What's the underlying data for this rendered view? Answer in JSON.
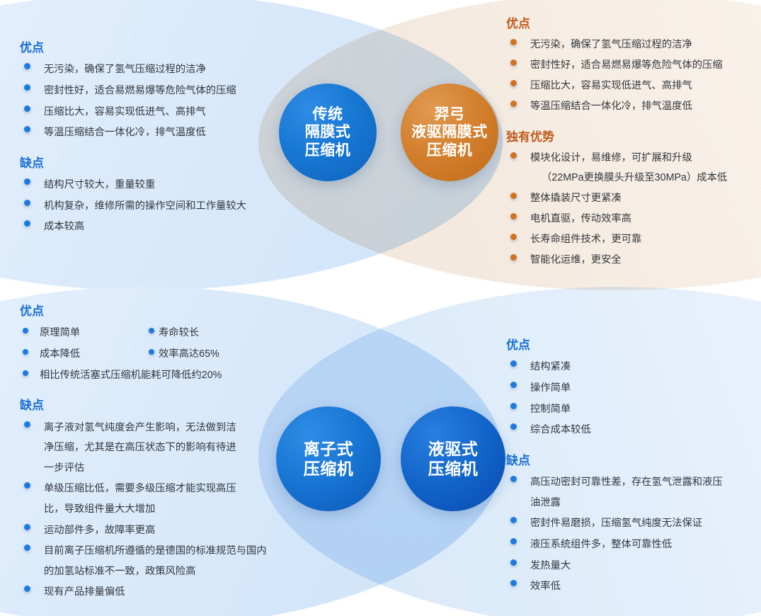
{
  "colors": {
    "blue_heading": "#1a6fd4",
    "orange_heading": "#c25a1c",
    "blue_bullet": "#1f7ae0",
    "orange_bullet": "#d2711f",
    "blue_circle": "#1677d2",
    "orange_circle": "#d4812f",
    "body_text": "#33373d"
  },
  "circles": {
    "traditional_diaphragm": {
      "line1": "传统",
      "line2": "隔膜式",
      "line3": "压缩机"
    },
    "yigong_liquid_diaphragm": {
      "line1": "羿弓",
      "line2": "液驱隔膜式",
      "line3": "压缩机"
    },
    "ionic": {
      "line1": "离子式",
      "line2": "压缩机"
    },
    "liquid_driven": {
      "line1": "液驱式",
      "line2": "压缩机"
    }
  },
  "panel_top_left": {
    "pros_title": "优点",
    "pros": [
      "无污染，确保了氢气压缩过程的洁净",
      "密封性好，适合易燃易爆等危险气体的压缩",
      "压缩比大，容易实现低进气、高排气",
      "等温压缩结合一体化冷，排气温度低"
    ],
    "cons_title": "缺点",
    "cons": [
      "结构尺寸较大，重量较重",
      "机构复杂，维修所需的操作空间和工作量较大",
      "成本较高"
    ]
  },
  "panel_top_right": {
    "pros_title": "优点",
    "pros": [
      "无污染，确保了氢气压缩过程的洁净",
      "密封性好，适合易燃易爆等危险气体的压缩",
      "压缩比大，容易实现低进气、高排气",
      "等温压缩结合一体化冷，排气温度低"
    ],
    "unique_title": "独有优势",
    "unique": [
      {
        "line1": "模块化设计，易维修，可扩展和升级",
        "line2": "（22MPa更换膜头升级至30MPa）成本低"
      },
      {
        "line1": "整体撬装尺寸更紧凑",
        "line2": ""
      },
      {
        "line1": "电机直驱，传动效率高",
        "line2": ""
      },
      {
        "line1": "长寿命组件技术，更可靠",
        "line2": ""
      },
      {
        "line1": "智能化运维，更安全",
        "line2": ""
      }
    ]
  },
  "panel_bottom_left": {
    "pros_title": "优点",
    "pros_col1": [
      "原理简单",
      "成本降低"
    ],
    "pros_col2": [
      "寿命较长",
      "效率高达65%"
    ],
    "pros_full": [
      "相比传统活塞式压缩机能耗可降低约20%"
    ],
    "cons_title": "缺点",
    "cons": [
      {
        "line1": "离子液对氢气纯度会产生影响，无法做到洁",
        "line2": "净压缩，尤其是在高压状态下的影响有待进",
        "line3": "一步评估"
      },
      {
        "line1": "单级压缩比低，需要多级压缩才能实现高压",
        "line2": "比，导致组件量大大增加",
        "line3": ""
      },
      {
        "line1": "运动部件多，故障率更高",
        "line2": "",
        "line3": ""
      },
      {
        "line1": "目前离子压缩机所遵循的是德国的标准规范与国内",
        "line2": "的加氢站标准不一致，政策风险高",
        "line3": ""
      },
      {
        "line1": "现有产品排量偏低",
        "line2": "",
        "line3": ""
      }
    ]
  },
  "panel_bottom_right": {
    "pros_title": "优点",
    "pros": [
      "结构紧凑",
      "操作简单",
      "控制简单",
      "综合成本较低"
    ],
    "cons_title": "缺点",
    "cons": [
      {
        "line1": "高压动密封可靠性差，存在氢气泄露和液压",
        "line2": "油泄露"
      },
      {
        "line1": "密封件易磨损，压缩氢气纯度无法保证",
        "line2": ""
      },
      {
        "line1": "液压系统组件多，整体可靠性低",
        "line2": ""
      },
      {
        "line1": "发热量大",
        "line2": ""
      },
      {
        "line1": "效率低",
        "line2": ""
      }
    ]
  }
}
